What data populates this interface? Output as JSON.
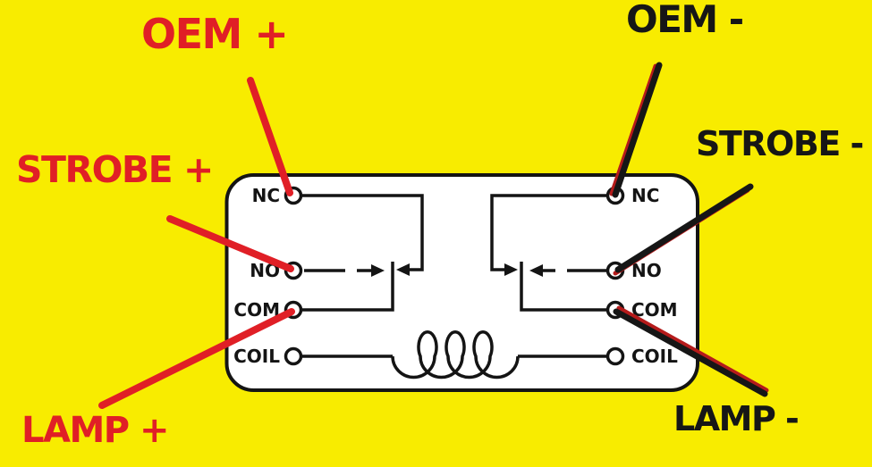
{
  "scene": {
    "description": "Relay wiring diagram for strobe/OEM lamp switching",
    "background_color": "#F8EC00"
  },
  "colors": {
    "positive_wire_red": "#E01F26",
    "negative_wire_black": "#161616",
    "negative_wire_red_strand": "#B51B1B",
    "diagram_line_black": "#141414",
    "relay_body_fill": "#FFFFFF"
  },
  "wire_labels": {
    "oem_plus": "OEM +",
    "oem_minus": "OEM -",
    "strobe_plus": "STROBE +",
    "strobe_minus": "STROBE -",
    "lamp_plus": "LAMP +",
    "lamp_minus": "LAMP -"
  },
  "relay": {
    "left_terminals": [
      "NC",
      "NO",
      "COM",
      "COIL"
    ],
    "right_terminals": [
      "NC",
      "NO",
      "COM",
      "COIL"
    ]
  }
}
